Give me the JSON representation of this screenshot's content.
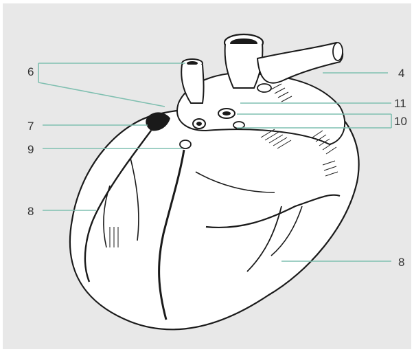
{
  "figure": {
    "background": "#e8e8e8",
    "heart_fill": "#ffffff",
    "ink": "#1a1a1a",
    "leader_color": "#7fbfb0"
  },
  "labels": {
    "l6": "6",
    "l4": "4",
    "l11": "11",
    "l10": "10",
    "l7": "7",
    "l9": "9",
    "l8_left": "8",
    "l8_right": "8"
  }
}
